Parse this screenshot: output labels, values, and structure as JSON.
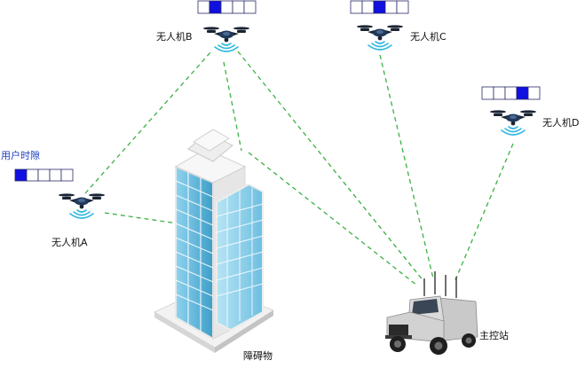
{
  "labels": {
    "user_slot_caption": "用户时隙",
    "drone_a": "无人机A",
    "drone_b": "无人机B",
    "drone_c": "无人机C",
    "drone_d": "无人机D",
    "obstacle": "障碍物",
    "ground_station": "主控站"
  },
  "slot_bars": {
    "user": {
      "slots": 5,
      "active_slot": 1
    },
    "drone_b": {
      "slots": 5,
      "active_slot": 2
    },
    "drone_c": {
      "slots": 5,
      "active_slot": 3
    },
    "drone_d": {
      "slots": 5,
      "active_slot": 4
    }
  },
  "colors": {
    "link_line": "#3cb043",
    "active_slot": "#1010e0",
    "slot_border": "#2a2a6a",
    "drone_body": "#1b2433",
    "signal_wave": "#2fb7e0",
    "building_glass": "#57b8dc",
    "building_frame": "#ececec",
    "vehicle_body": "#d9d9d9"
  },
  "icons": {
    "drone": "quadcopter-drone-icon",
    "signal": "wireless-signal-icon",
    "building": "skyscraper-icon",
    "vehicle": "command-vehicle-icon"
  }
}
